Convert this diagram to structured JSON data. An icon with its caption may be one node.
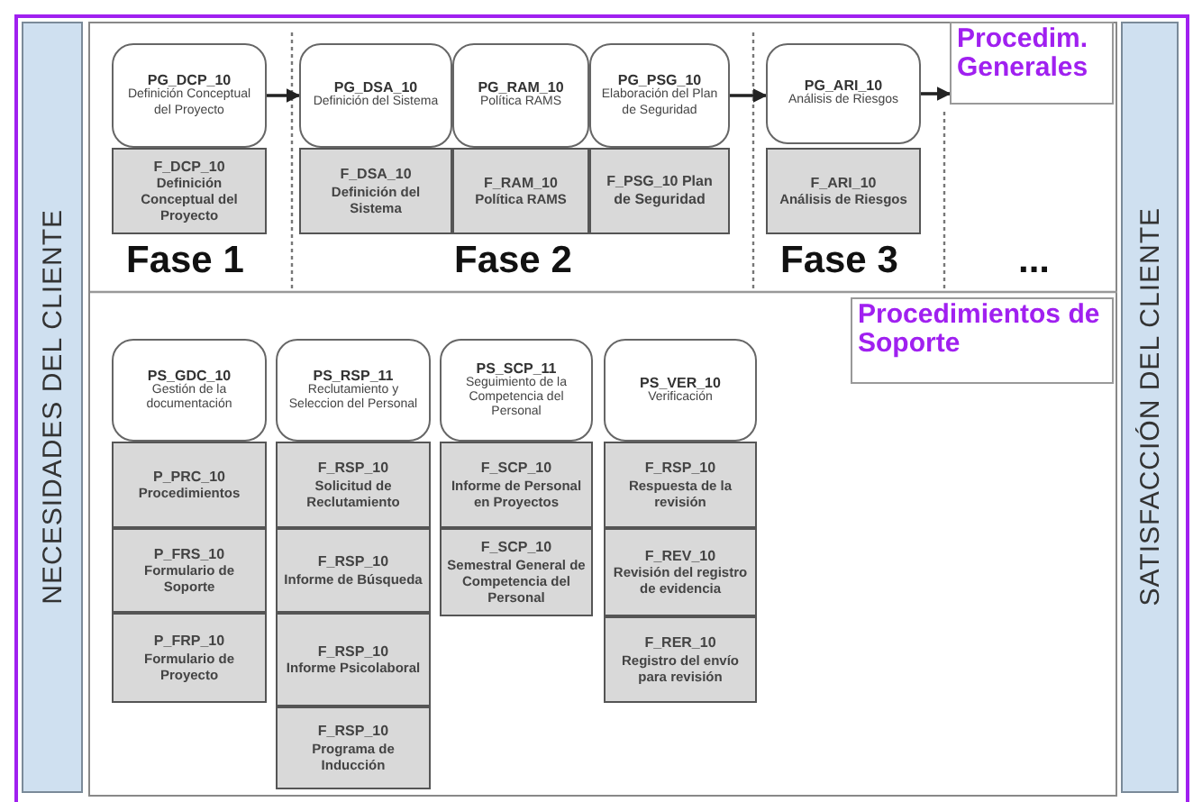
{
  "diagram": {
    "nodes": [
      {
        "text": [
          "NECESIDADES DEL CLIENTE"
        ]
      },
      {
        "text": [
          "PG_DCP_10",
          "Definición Conceptual del Proyecto"
        ]
      },
      {
        "text": [
          "F_DCP_10",
          "Definición Conceptual del Proyecto"
        ]
      },
      {
        "text": [
          "PG_DSA_10",
          "Definición del Sistema"
        ]
      },
      {
        "text": [
          "F_DSA_10",
          "Definición del Sistema"
        ]
      },
      {
        "text": [
          "PG_RAM_10",
          "Política RAMS"
        ]
      },
      {
        "text": [
          "F_RAM_10",
          "Política RAMS"
        ]
      },
      {
        "text": [
          "PG_PSG_10",
          "Elaboración del Plan de Seguridad"
        ]
      },
      {
        "text": [
          "F_PSG_10 Plan de Seguridad"
        ]
      },
      {
        "text": [
          "PG_ARI_10",
          "Análisis de Riesgos"
        ]
      },
      {
        "text": [
          "F_ARI_10",
          "Análisis de Riesgos"
        ]
      },
      {
        "text": [
          "Procedim. Generales"
        ]
      },
      {
        "text": [
          "Procedimientos de Soporte"
        ]
      },
      {
        "text": [
          "PS_GDC_10",
          "Gestión de la documentación"
        ]
      },
      {
        "text": [
          "P_PRC_10",
          "Procedimientos"
        ]
      },
      {
        "text": [
          "P_FRS_10",
          "Formulario de Soporte"
        ]
      },
      {
        "text": [
          "P_FRP_10",
          "Formulario de Proyecto"
        ]
      },
      {
        "text": [
          "PS_RSP_11",
          "Reclutamiento y Seleccion del Personal"
        ]
      },
      {
        "text": [
          "F_RSP_10",
          "Solicitud de Reclutamiento"
        ]
      },
      {
        "text": [
          "F_RSP_10",
          "Informe de Búsqueda"
        ]
      },
      {
        "text": [
          "F_RSP_10",
          "Informe Psicolaboral"
        ]
      },
      {
        "text": [
          "F_RSP_10",
          "Programa de Inducción"
        ]
      },
      {
        "text": [
          "PS_SCP_11",
          "Seguimiento de la Competencia del Personal"
        ]
      },
      {
        "text": [
          "F_SCP_10",
          "Informe de Personal en Proyectos"
        ]
      },
      {
        "text": [
          "F_SCP_10",
          "Semestral General de Competencia del Personal"
        ]
      },
      {
        "text": [
          "PS_VER_10",
          "Verificación"
        ]
      },
      {
        "text": [
          "F_RSP_10",
          "Respuesta de la revisión"
        ]
      },
      {
        "text": [
          "F_REV_10",
          "Revisión del registro de evidencia"
        ]
      },
      {
        "text": [
          "F_RER_10",
          "Registro del envío para revisión"
        ]
      },
      {
        "text": [
          "SATISFACCIÓN DEL CLIENTE"
        ]
      }
    ],
    "edges": [
      {
        "from": 1,
        "to": 3,
        "arrow": "to"
      },
      {
        "from": 7,
        "to": 9,
        "arrow": "to"
      },
      {
        "from": 9,
        "to": 11,
        "arrow": "to"
      }
    ],
    "labels": [
      "Fase 1",
      "Fase 2",
      "Fase 3",
      "..."
    ]
  }
}
